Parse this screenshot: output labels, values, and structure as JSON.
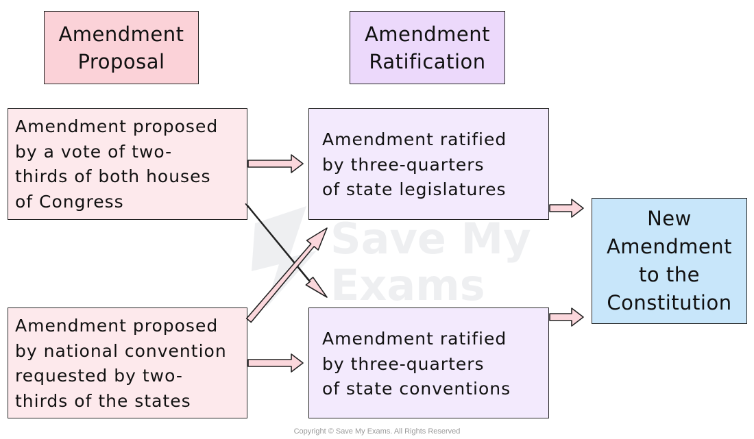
{
  "headers": {
    "proposal": [
      "Amendment",
      "Proposal"
    ],
    "ratification": [
      "Amendment",
      "Ratification"
    ]
  },
  "proposal_boxes": {
    "congress": [
      "Amendment proposed",
      "by a vote of two-",
      "thirds of both houses",
      "of Congress"
    ],
    "convention": [
      "Amendment proposed",
      "by national convention",
      "requested by two-",
      "thirds of the states"
    ]
  },
  "ratification_boxes": {
    "legislatures": [
      "Amendment ratified",
      "by three-quarters",
      "of state legislatures"
    ],
    "conventions": [
      "Amendment ratified",
      "by three-quarters",
      "of state conventions"
    ]
  },
  "result": [
    "New",
    "Amendment",
    "to the",
    "Constitution"
  ],
  "watermark": [
    "Save My",
    "Exams"
  ],
  "copyright": "Copyright © Save My Exams. All Rights Reserved",
  "colors": {
    "proposal_header": "#fbd2d8",
    "proposal_box": "#fde9ec",
    "ratification_header": "#ecd9fb",
    "ratification_box": "#f3eafd",
    "result_box": "#c8e6fa",
    "arrow_fill": "#fbd7dc"
  }
}
